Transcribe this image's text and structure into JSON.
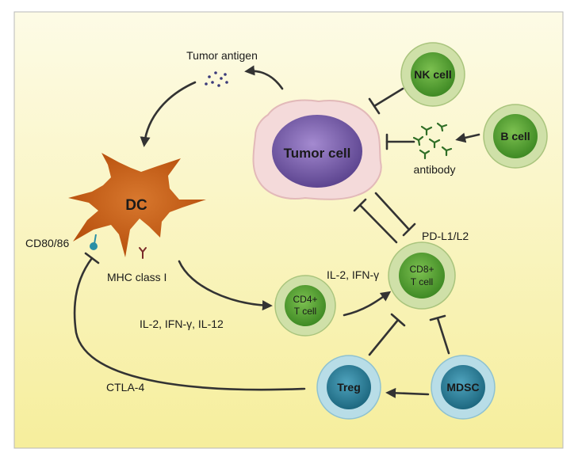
{
  "diagram": {
    "colors": {
      "background_top": "#fbf7dc",
      "background_bottom": "#f7ef9a",
      "tumor_membrane": "#f3d9d9",
      "tumor_nucleus": "#7a62a8",
      "dc_body": "#c45a12",
      "green_cell": "#5ea23a",
      "green_ring": "#cfe0a8",
      "teal_cell": "#2a7f99",
      "teal_ring": "#b8dde7",
      "arrow": "#333333"
    },
    "labels": {
      "tumor_antigen": "Tumor antigen",
      "tumor_cell": "Tumor cell",
      "nk_cell": "NK cell",
      "b_cell": "B cell",
      "antibody": "antibody",
      "dc": "DC",
      "cd80_86": "CD80/86",
      "mhc_class_i": "MHC class I",
      "pd_l1_l2": "PD-L1/L2",
      "cd8_line1": "CD8+",
      "cd8_line2": "T cell",
      "cd4_line1": "CD4+",
      "cd4_line2": "T cell",
      "il2_ifng": "IL-2, IFN-γ",
      "il2_ifng_il12": "IL-2, IFN-γ, IL-12",
      "ctla4": "CTLA-4",
      "treg": "Treg",
      "mdsc": "MDSC"
    },
    "icons": {
      "antigen": "dots-cluster-icon",
      "antibody": "y-shaped-antibody-icon",
      "receptor_cd80": "lollipop-receptor-icon",
      "receptor_mhc": "y-receptor-icon"
    }
  }
}
